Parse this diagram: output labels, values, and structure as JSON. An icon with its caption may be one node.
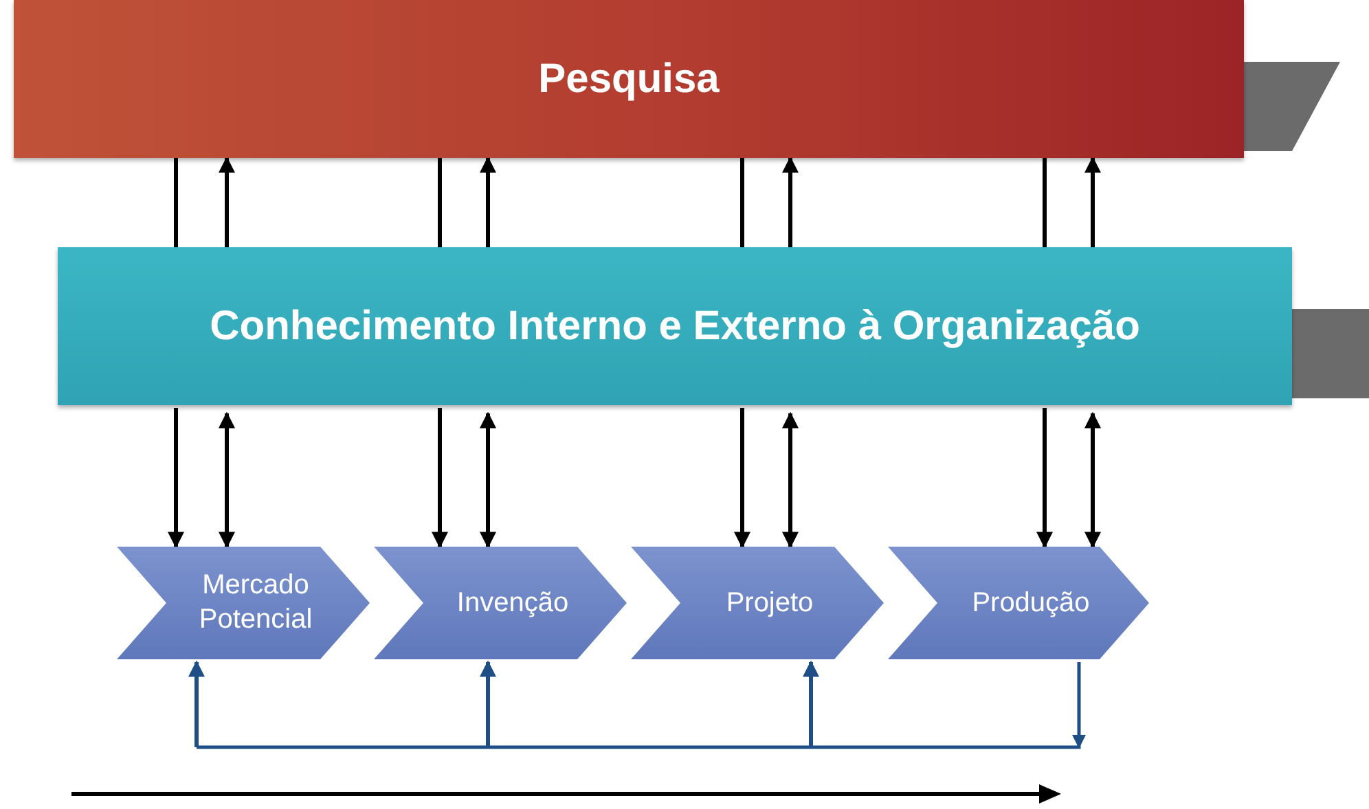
{
  "diagram": {
    "nodes": [
      {
        "text": [
          "Pesquisa"
        ]
      },
      {
        "text": [
          "Conhecimento Interno e Externo à Organização"
        ]
      },
      {
        "text": [
          "Mercado Potencial"
        ]
      },
      {
        "text": [
          "Invenção"
        ]
      },
      {
        "text": [
          "Projeto"
        ]
      },
      {
        "text": [
          "Produção"
        ]
      }
    ],
    "edges": [
      {
        "from": 0,
        "to": 1,
        "arrow": "none"
      },
      {
        "from": 1,
        "to": 0,
        "arrow": "to"
      },
      {
        "from": 0,
        "to": 1,
        "arrow": "none"
      },
      {
        "from": 1,
        "to": 0,
        "arrow": "to"
      },
      {
        "from": 0,
        "to": 1,
        "arrow": "none"
      },
      {
        "from": 1,
        "to": 0,
        "arrow": "to"
      },
      {
        "from": 0,
        "to": 1,
        "arrow": "none"
      },
      {
        "from": 1,
        "to": 0,
        "arrow": "to"
      },
      {
        "from": 1,
        "to": 2,
        "arrow": "to"
      },
      {
        "from": 1,
        "to": 2,
        "arrow": "both"
      },
      {
        "from": 1,
        "to": 3,
        "arrow": "to"
      },
      {
        "from": 1,
        "to": 3,
        "arrow": "both"
      },
      {
        "from": 1,
        "to": 4,
        "arrow": "to"
      },
      {
        "from": 1,
        "to": 4,
        "arrow": "both"
      },
      {
        "from": 1,
        "to": 5,
        "arrow": "to"
      },
      {
        "from": 1,
        "to": 5,
        "arrow": "both"
      },
      {
        "from": 5,
        "to": 2,
        "arrow": "to",
        "color": "#1f4e87"
      },
      {
        "from": 5,
        "to": 3,
        "arrow": "to",
        "color": "#1f4e87"
      },
      {
        "from": 5,
        "to": 4,
        "arrow": "to",
        "color": "#1f4e87"
      }
    ]
  }
}
